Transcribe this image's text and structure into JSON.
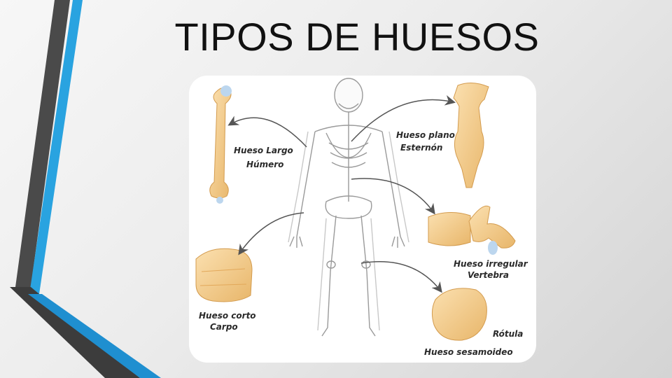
{
  "slide": {
    "title": "TIPOS DE HUESOS",
    "accent_color": "#29a3e0",
    "dark_color": "#4a4a4a"
  },
  "diagram": {
    "center_icon": "skeleton-icon",
    "labels": {
      "largo": {
        "type": "Hueso Largo",
        "example": "Húmero"
      },
      "plano": {
        "type": "Hueso plano",
        "example": "Esternón"
      },
      "irregular": {
        "type": "Hueso irregular",
        "example": "Vertebra"
      },
      "corto": {
        "type": "Hueso corto",
        "example": "Carpo"
      },
      "sesamoideo": {
        "type": "Hueso sesamoideo",
        "example": "Rótula"
      }
    },
    "bone_color": "#f2c98a"
  }
}
